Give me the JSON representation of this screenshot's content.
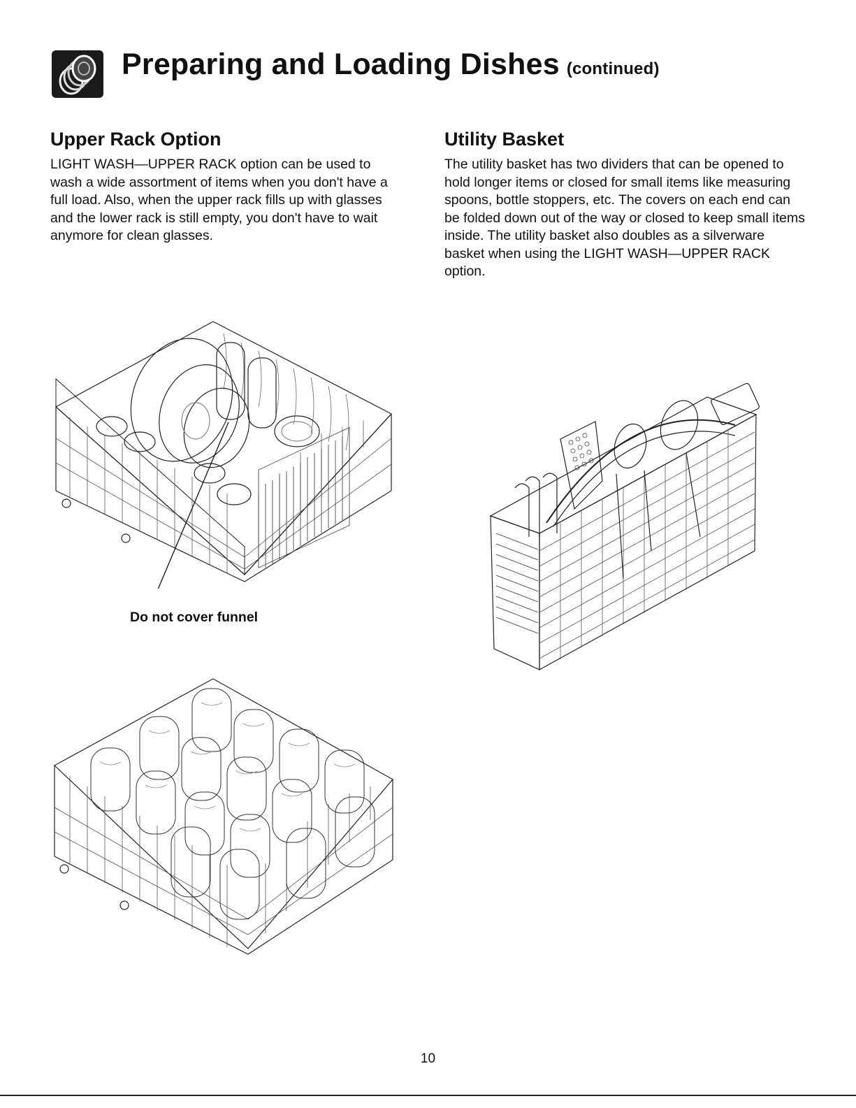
{
  "header": {
    "title": "Preparing and Loading Dishes",
    "subtitle": "(continued)",
    "icon": "dish-stack-icon"
  },
  "upper_rack": {
    "heading": "Upper Rack Option",
    "body": "LIGHT WASH—UPPER RACK option can be used to wash a wide assortment of items when you don't have a full load. Also, when the upper rack fills up with glasses and the lower rack is still empty, you don't have to wait anymore for clean glasses.",
    "callout": "Do not cover funnel"
  },
  "utility_basket": {
    "heading": "Utility Basket",
    "body": "The utility basket has two dividers that can be opened to hold longer items or closed for small items like measuring spoons, bottle stoppers, etc. The covers on each end can be folded down out of the way or closed to keep small items inside. The utility basket also doubles as a silverware basket when using the LIGHT WASH—UPPER RACK option."
  },
  "page_number": "10"
}
